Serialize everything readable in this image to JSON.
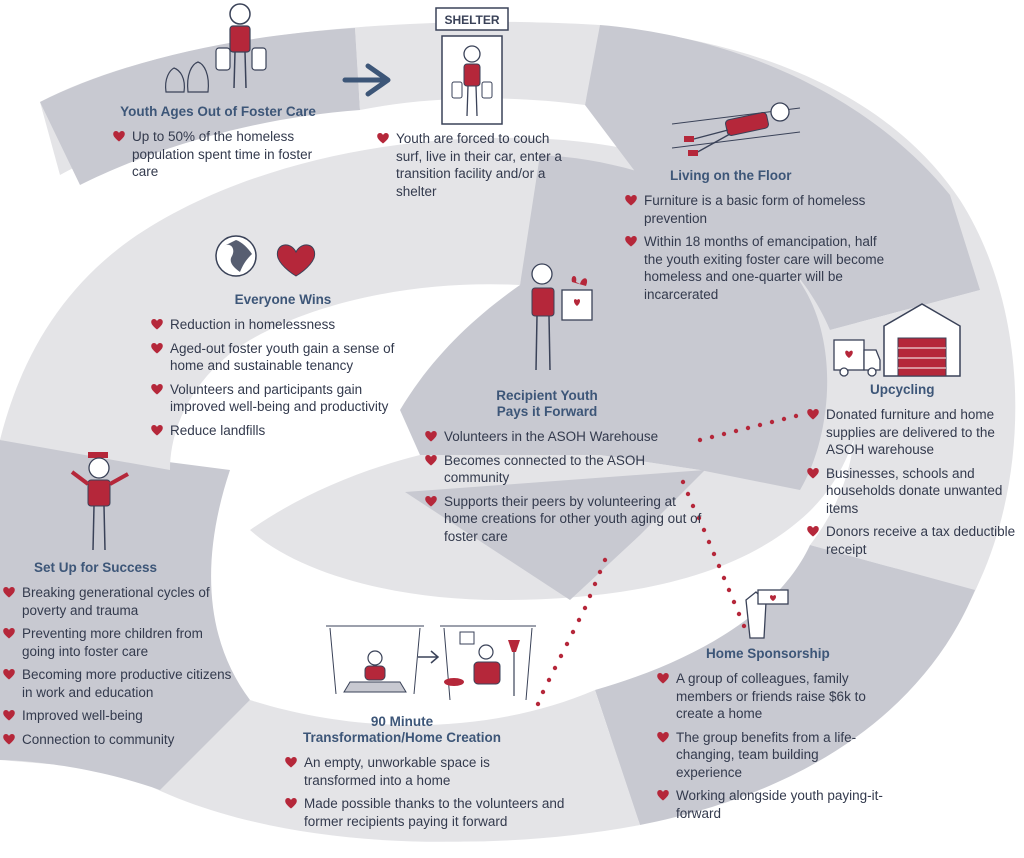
{
  "colors": {
    "band_light": "#e4e4e7",
    "band_dark": "#c8c9d1",
    "heading": "#3d5678",
    "text": "#333a4d",
    "accent_red": "#b5273a",
    "ink": "#3a4258"
  },
  "illustration_labels": {
    "shelter_sign": "SHELTER"
  },
  "sections": [
    {
      "id": "youth-ages-out",
      "title": "Youth Ages Out of Foster Care",
      "bullets": [
        "Up to 50% of the homeless population spent time in foster care"
      ]
    },
    {
      "id": "shelter",
      "title": "",
      "bullets": [
        "Youth are forced to couch surf, live in their car, enter a transition facility and/or a shelter"
      ]
    },
    {
      "id": "living-floor",
      "title": "Living on the Floor",
      "bullets": [
        "Furniture is a basic form of homeless prevention",
        "Within 18 months of emancipation, half the youth exiting foster care will become homeless and one-quarter will be incarcerated"
      ]
    },
    {
      "id": "upcycling",
      "title": "Upcycling",
      "bullets": [
        "Donated furniture and home supplies are delivered to the ASOH warehouse",
        "Businesses, schools and households donate unwanted items",
        "Donors receive a tax deductible receipt"
      ]
    },
    {
      "id": "home-sponsorship",
      "title": "Home Sponsorship",
      "bullets": [
        "A group of colleagues, family members or friends raise $6k to create a home",
        "The group benefits from a life-changing, team building experience",
        "Working alongside youth paying-it-forward"
      ]
    },
    {
      "id": "transformation",
      "title": "90 Minute Transformation/Home Creation",
      "bullets": [
        "An empty, unworkable space is transformed  into a home",
        "Made possible thanks to the volunteers and former recipients paying it forward"
      ]
    },
    {
      "id": "set-up-success",
      "title": "Set Up for Success",
      "bullets": [
        "Breaking generational cycles of poverty and trauma",
        "Preventing more children from going into foster care",
        "Becoming more productive citizens in work and education",
        "Improved well-being",
        "Connection to community"
      ]
    },
    {
      "id": "everyone-wins",
      "title": "Everyone Wins",
      "bullets": [
        "Reduction in homelessness",
        "Aged-out foster youth gain a sense of home and sustainable tenancy",
        "Volunteers and participants gain improved well-being and productivity",
        "Reduce landfills"
      ]
    },
    {
      "id": "recipient-youth",
      "title": "Recipient Youth Pays it Forward",
      "bullets": [
        "Volunteers in the ASOH Warehouse",
        "Becomes connected to the ASOH community",
        "Supports their peers by volunteering at home creations for other youth aging out of foster care"
      ]
    }
  ]
}
